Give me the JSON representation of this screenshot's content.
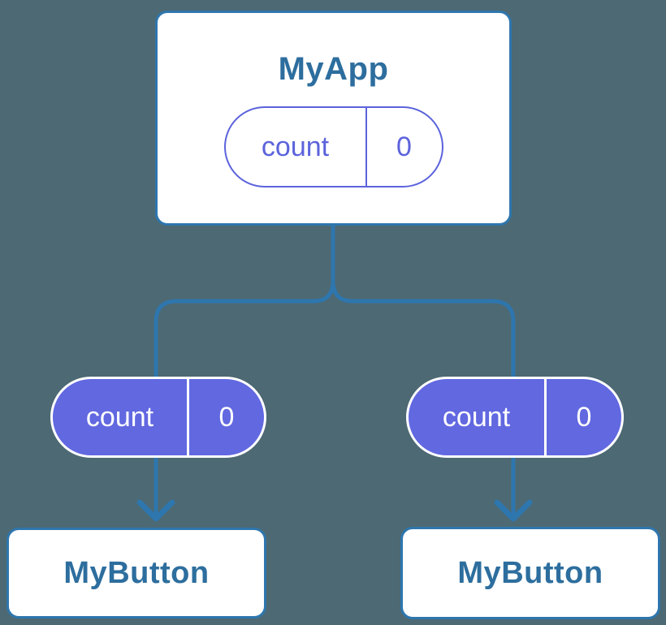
{
  "colors": {
    "background": "#4D6973",
    "connector_blue": "#2E76AE",
    "node_border_blue": "#2E76AE",
    "node_text_blue": "#2D6E9E",
    "pill_fill_indigo": "#6168E0",
    "pill_outline_indigo": "#5C63DC",
    "pill_text_white": "#FFFFFF"
  },
  "nodes": {
    "root": {
      "title": "MyApp",
      "state_name": "count",
      "state_value": "0"
    },
    "left_child": {
      "title": "MyButton",
      "prop_name": "count",
      "prop_value": "0"
    },
    "right_child": {
      "title": "MyButton",
      "prop_name": "count",
      "prop_value": "0"
    }
  }
}
